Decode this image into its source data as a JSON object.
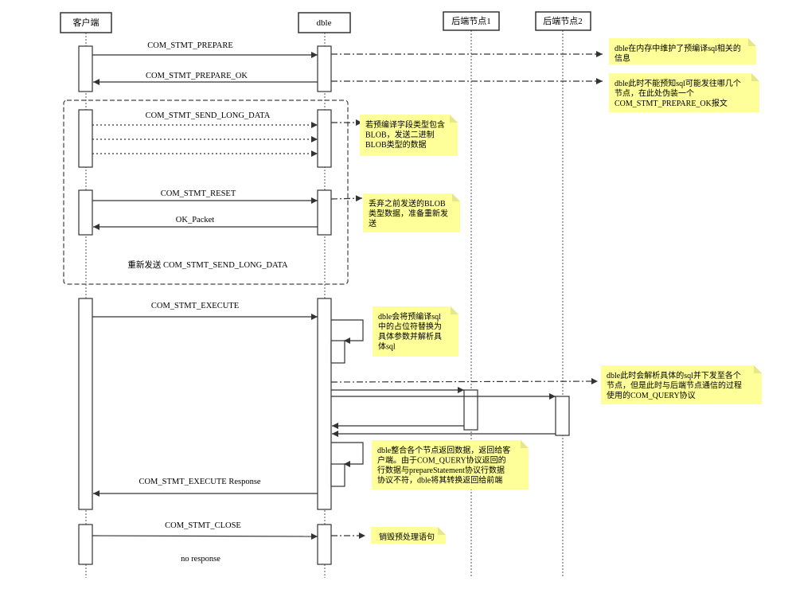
{
  "lifelines": {
    "client": "客户端",
    "dble": "dble",
    "backend1": "后端节点1",
    "backend2": "后端节点2"
  },
  "messages": {
    "prepare": "COM_STMT_PREPARE",
    "prepare_ok": "COM_STMT_PREPARE_OK",
    "send_long_data": "COM_STMT_SEND_LONG_DATA",
    "reset": "COM_STMT_RESET",
    "ok_packet": "OK_Packet",
    "resend": "重新发送 COM_STMT_SEND_LONG_DATA",
    "execute": "COM_STMT_EXECUTE",
    "execute_response": "COM_STMT_EXECUTE Response",
    "close": "COM_STMT_CLOSE",
    "no_response": "no response"
  },
  "notes": {
    "n1": [
      "dble在内存中维护了预编译sql相关的",
      "信息"
    ],
    "n2": [
      "dble此时不能预知sql可能发往哪几个",
      "节点，在此处伪装一个",
      "COM_STMT_PREPARE_OK报文"
    ],
    "n3": [
      "若预编译字段类型包含",
      "BLOB，发送二进制",
      "BLOB类型的数据"
    ],
    "n4": [
      "丢弃之前发送的BLOB",
      "类型数据，准备重新发",
      "送"
    ],
    "n5": [
      "dble会将预编译sql",
      "中的占位符替换为",
      "具体参数并解析具",
      "体sql"
    ],
    "n6": [
      "dble此时会解析具体的sql并下发至各个",
      "节点，但是此时与后端节点通信的过程",
      "使用的COM_QUERY协议"
    ],
    "n7": [
      "dble整合各个节点返回数据，返回给客",
      "户端。由于COM_QUERY协议返回的",
      "行数据与prepareStatement协议行数据",
      "协议不符，dble将其转换返回给前端"
    ],
    "n8": [
      "销毁预处理语句"
    ]
  },
  "colors": {
    "note_fill": "#ffff99",
    "note_fold": "#e6e68a",
    "line": "#333333"
  }
}
